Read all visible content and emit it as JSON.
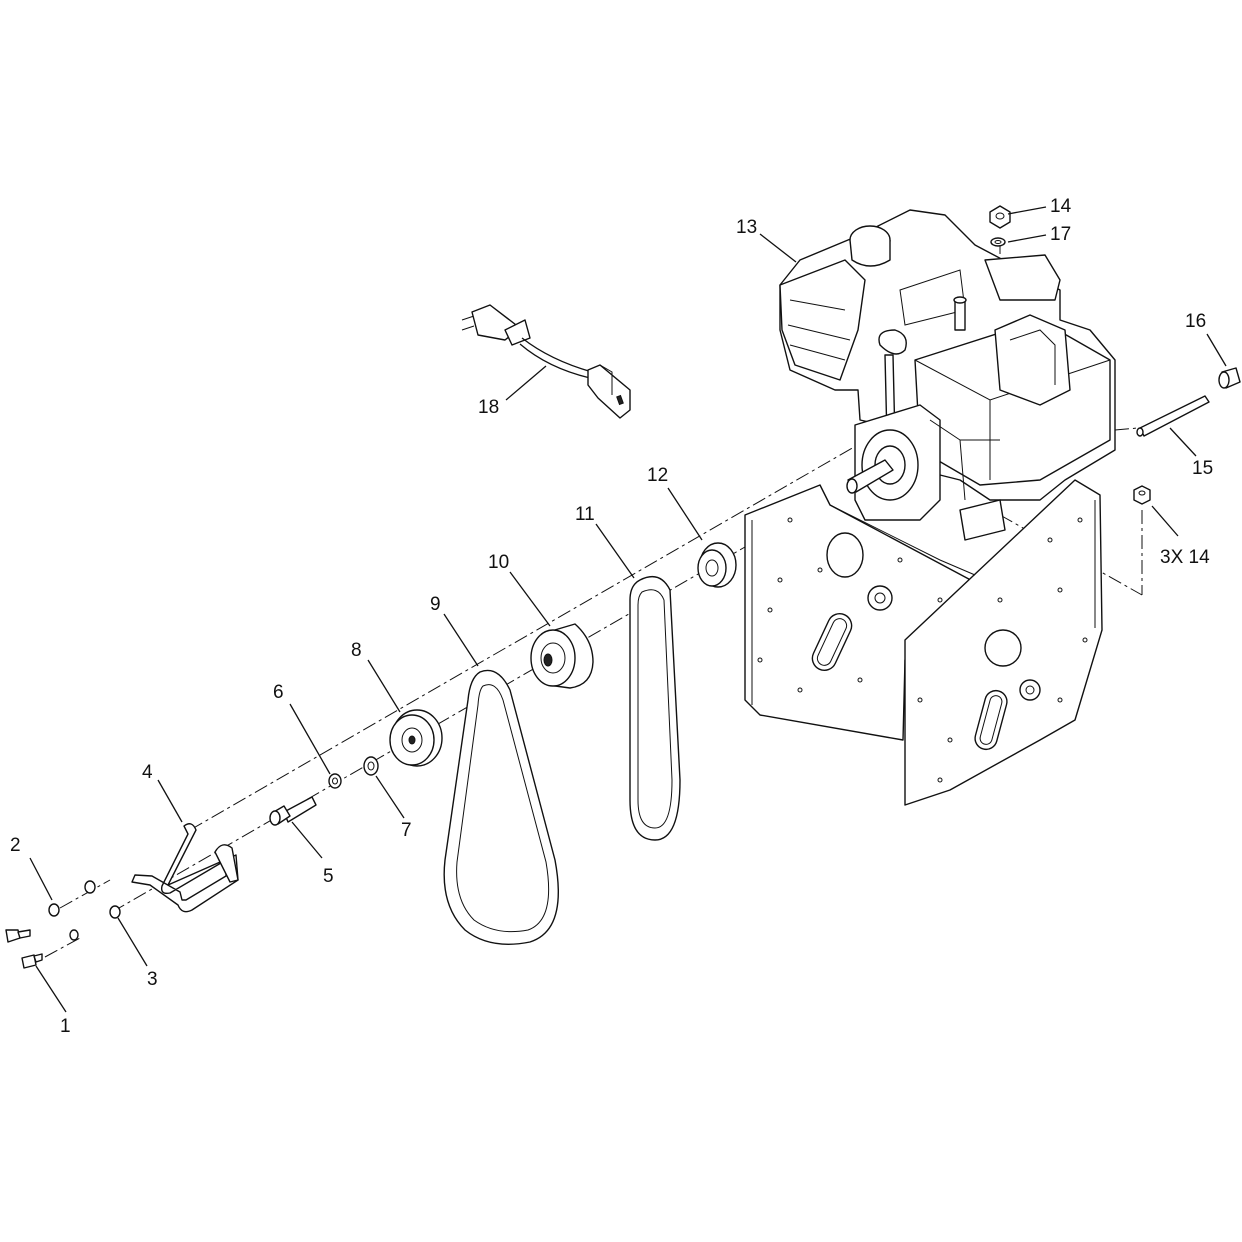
{
  "callouts": [
    {
      "id": "c1",
      "text": "1"
    },
    {
      "id": "c2",
      "text": "2"
    },
    {
      "id": "c3",
      "text": "3"
    },
    {
      "id": "c4",
      "text": "4"
    },
    {
      "id": "c5",
      "text": "5"
    },
    {
      "id": "c6",
      "text": "6"
    },
    {
      "id": "c7",
      "text": "7"
    },
    {
      "id": "c8",
      "text": "8"
    },
    {
      "id": "c9",
      "text": "9"
    },
    {
      "id": "c10",
      "text": "10"
    },
    {
      "id": "c11",
      "text": "11"
    },
    {
      "id": "c12",
      "text": "12"
    },
    {
      "id": "c13",
      "text": "13"
    },
    {
      "id": "c14",
      "text": "14"
    },
    {
      "id": "c15",
      "text": "15"
    },
    {
      "id": "c16",
      "text": "16"
    },
    {
      "id": "c17",
      "text": "17"
    },
    {
      "id": "c18",
      "text": "18"
    },
    {
      "id": "c14b",
      "text": "3X 14"
    }
  ]
}
